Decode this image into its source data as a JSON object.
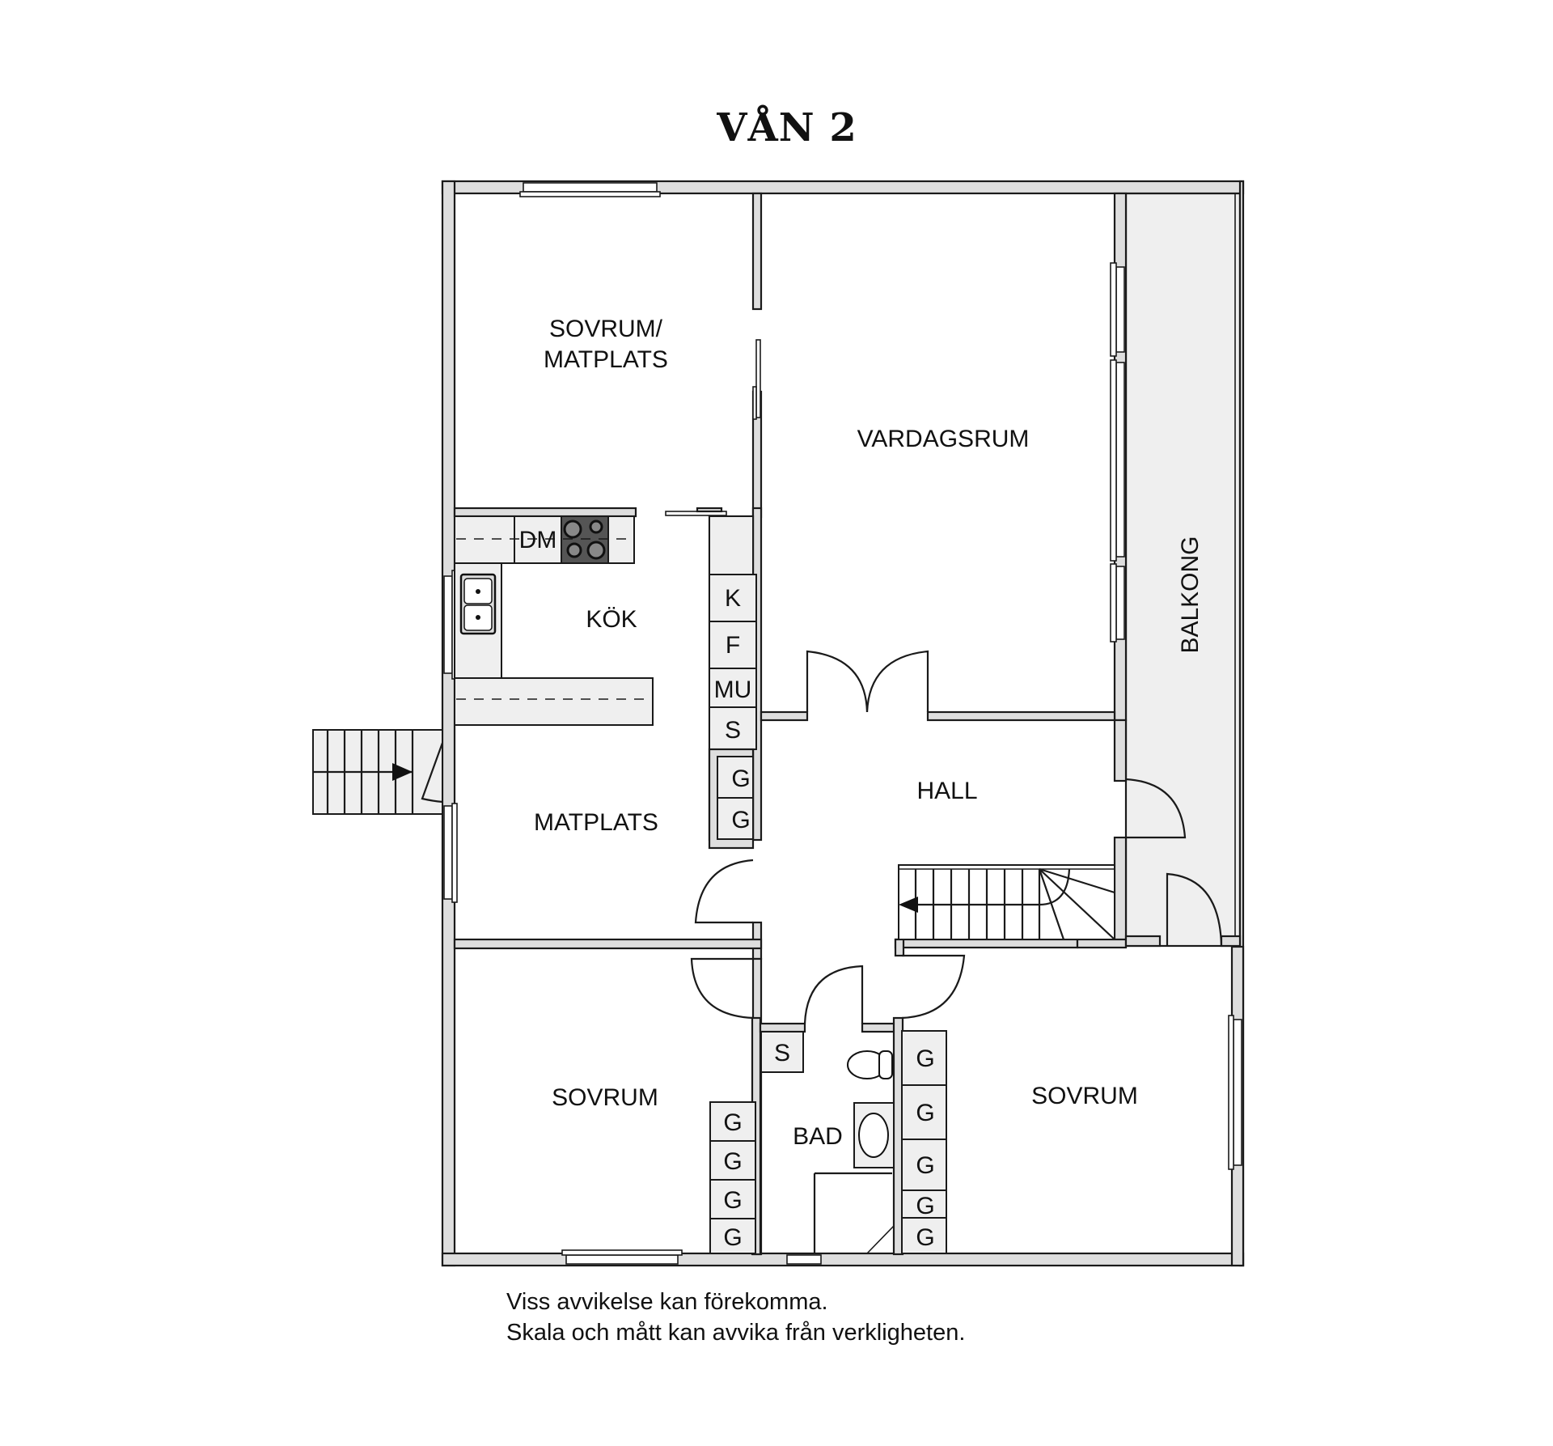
{
  "title": "VÅN 2",
  "rooms": {
    "sovrum_matplats": [
      "SOVRUM/",
      "MATPLATS"
    ],
    "vardagsrum": "VARDAGSRUM",
    "kok": "KÖK",
    "matplats": "MATPLATS",
    "hall": "HALL",
    "balkong": "BALKONG",
    "sovrum_left": "SOVRUM",
    "bad": "BAD",
    "sovrum_right": "SOVRUM"
  },
  "appliances": {
    "dishwasher": "DM",
    "fridge": "K",
    "freezer": "F",
    "microwave": "MU",
    "cabinet": "S"
  },
  "closets": {
    "hall": [
      "G",
      "G"
    ],
    "sovrum_left": [
      "G",
      "G",
      "G",
      "G"
    ],
    "bad_cabinet": "S",
    "sovrum_right": [
      "G",
      "G",
      "G",
      "G",
      "G"
    ]
  },
  "colors": {
    "wall": "#dedede",
    "counter": "#efefef",
    "stroke": "#1a1a1a"
  },
  "disclaimer": {
    "line1": "Viss avvikelse kan förekomma.",
    "line2": "Skala och mått kan avvika från verkligheten."
  }
}
